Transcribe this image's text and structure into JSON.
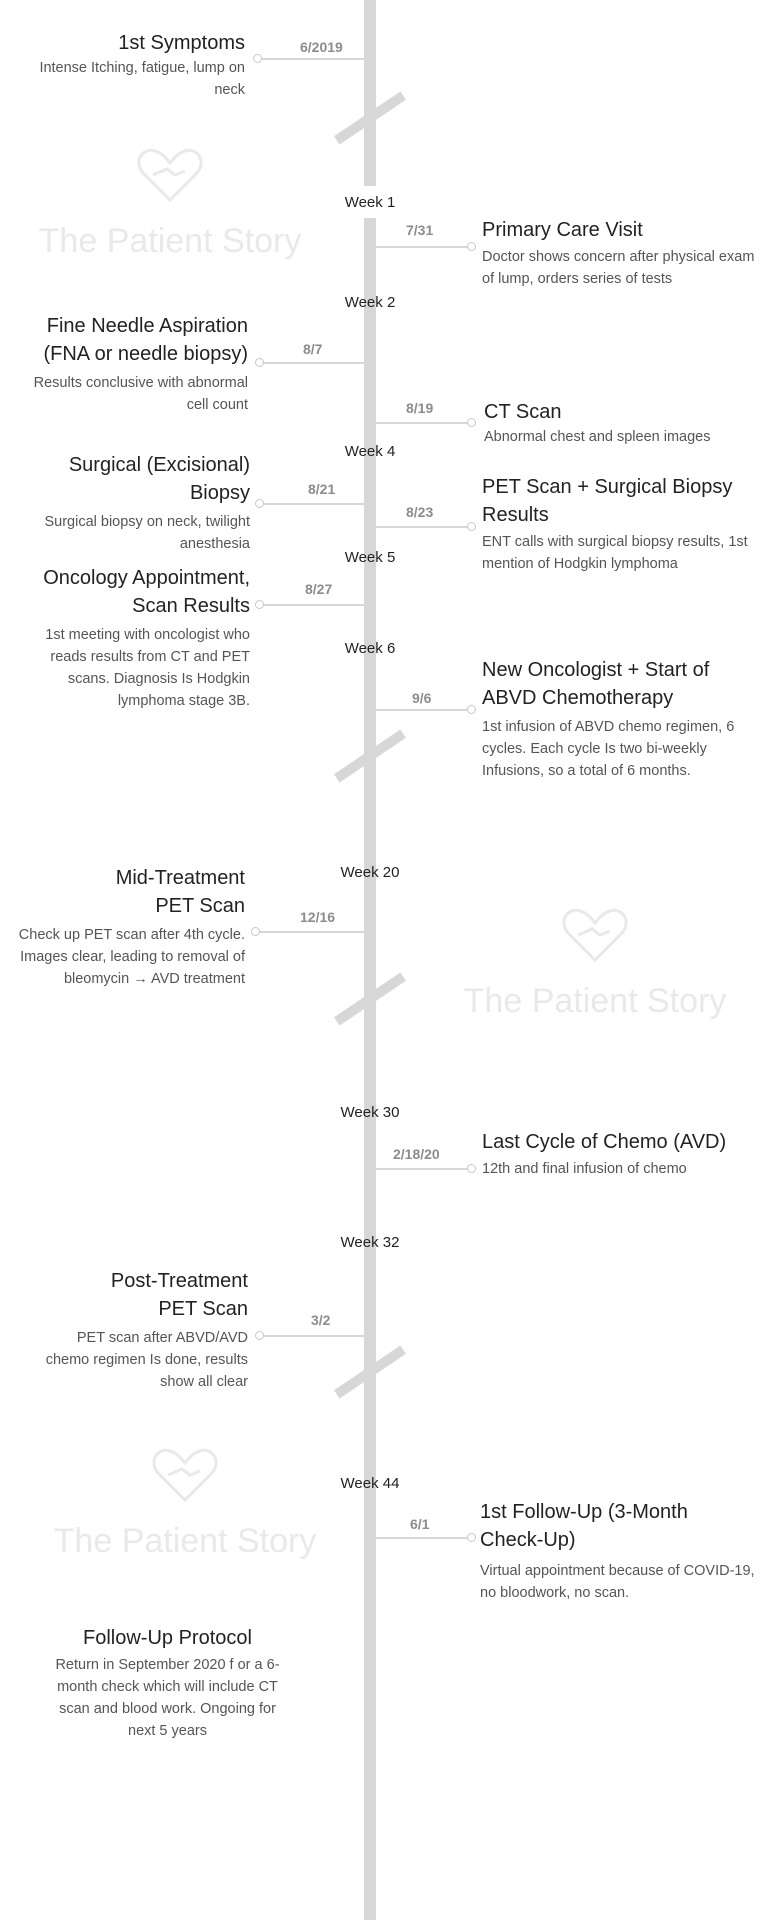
{
  "watermark": "The Patient Story",
  "colors": {
    "spine": "#d7d7d7",
    "date": "#8c8c8c",
    "text": "#222222",
    "subtext": "#555555",
    "watermark": "#e9e9e9"
  },
  "weeks": [
    "Week 1",
    "Week 2",
    "Week 4",
    "Week 5",
    "Week 6",
    "Week 20",
    "Week 30",
    "Week 32",
    "Week 44"
  ],
  "events": [
    {
      "date": "6/2019",
      "title": "1st Symptoms",
      "desc": "Intense Itching, fatigue, lump on neck"
    },
    {
      "date": "7/31",
      "title": "Primary Care Visit",
      "desc": "Doctor shows concern after physical exam of lump, orders series of tests"
    },
    {
      "date": "8/7",
      "title": "Fine Needle Aspiration (FNA or needle biopsy)",
      "desc": "Results conclusive with abnormal cell count"
    },
    {
      "date": "8/19",
      "title": "CT Scan",
      "desc": "Abnormal chest and spleen images"
    },
    {
      "date": "8/21",
      "title": "Surgical (Excisional) Biopsy",
      "desc": "Surgical biopsy on neck, twilight anesthesia"
    },
    {
      "date": "8/23",
      "title": "PET Scan + Surgical Biopsy Results",
      "desc": "ENT calls with surgical biopsy results, 1st mention of Hodgkin lymphoma"
    },
    {
      "date": "8/27",
      "title": "Oncology Appointment, Scan Results",
      "desc": "1st meeting with oncologist who reads results from CT and PET scans. Diagnosis Is Hodgkin lymphoma stage 3B."
    },
    {
      "date": "9/6",
      "title": "New Oncologist + Start of ABVD Chemotherapy",
      "desc": "1st infusion of ABVD chemo regimen, 6 cycles. Each cycle Is two bi-weekly Infusions, so a total of 6 months."
    },
    {
      "date": "12/16",
      "title": "Mid-Treatment PET Scan",
      "desc": "Check up PET scan after 4th cycle. Images clear, leading to removal of bleomycin → AVD treatment"
    },
    {
      "date": "2/18/20",
      "title": "Last Cycle of Chemo (AVD)",
      "desc": "12th and final infusion of chemo"
    },
    {
      "date": "3/2",
      "title": "Post-Treatment PET Scan",
      "desc": "PET scan after ABVD/AVD chemo regimen Is done, results show all clear"
    },
    {
      "date": "6/1",
      "title": "1st Follow-Up (3-Month Check-Up)",
      "desc": "Virtual appointment because of COVID-19, no bloodwork, no scan."
    }
  ],
  "protocol": {
    "title": "Follow-Up Protocol",
    "desc": "Return in September 2020 f or a 6-month check which will include CT scan and blood work. Ongoing for next 5 years"
  }
}
